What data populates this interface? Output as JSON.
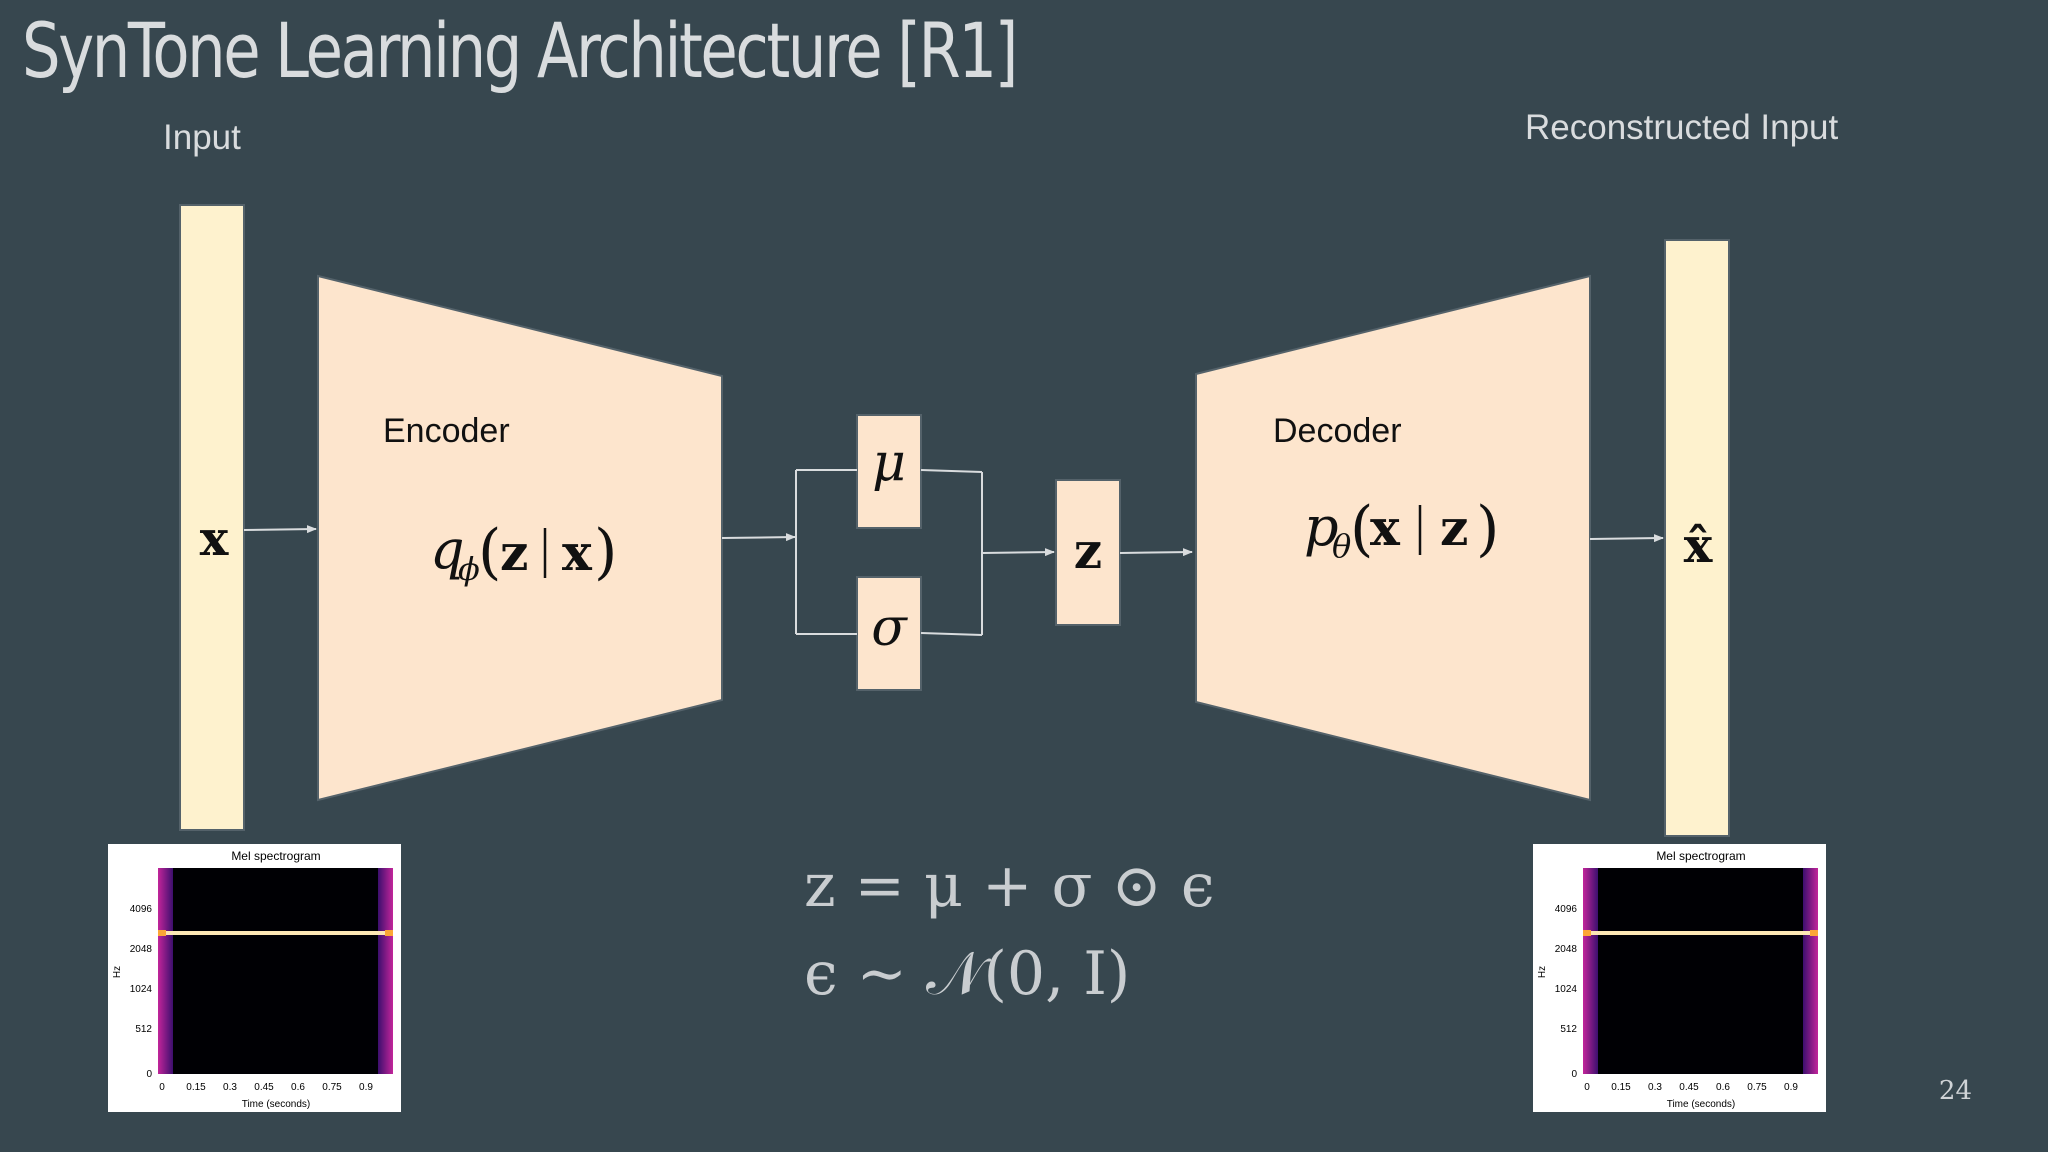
{
  "slide": {
    "title": "SynTone Learning Architecture [R1]",
    "input_label": "Input",
    "output_label": "Reconstructed Input",
    "page_number": "24"
  },
  "encoder": {
    "label": "Encoder",
    "formula": "qφ(z | x)"
  },
  "decoder": {
    "label": "Decoder",
    "formula": "pθ(x | z)"
  },
  "latent": {
    "mu": "μ",
    "sigma": "σ",
    "z": "z",
    "x": "x",
    "x_hat": "x̂"
  },
  "equations": {
    "line1": "z = μ + σ ⊙ ϵ",
    "line2": "ϵ ∼ 𝒩(0, I)"
  },
  "spectrograms": [
    {
      "title": "Mel spectrogram",
      "ylabel": "Hz",
      "xlabel": "Time (seconds)",
      "yticks": [
        "4096",
        "2048",
        "1024",
        "512",
        "0"
      ],
      "xticks": [
        "0",
        "0.15",
        "0.3",
        "0.45",
        "0.6",
        "0.75",
        "0.9"
      ]
    },
    {
      "title": "Mel spectrogram",
      "ylabel": "Hz",
      "xlabel": "Time (seconds)",
      "yticks": [
        "4096",
        "2048",
        "1024",
        "512",
        "0"
      ],
      "xticks": [
        "0",
        "0.15",
        "0.3",
        "0.45",
        "0.6",
        "0.75",
        "0.9"
      ]
    }
  ],
  "colors": {
    "background": "#37474f",
    "block_fill": "#fde5cd",
    "column_fill": "#fef2ce",
    "text": "#d9dcde"
  }
}
